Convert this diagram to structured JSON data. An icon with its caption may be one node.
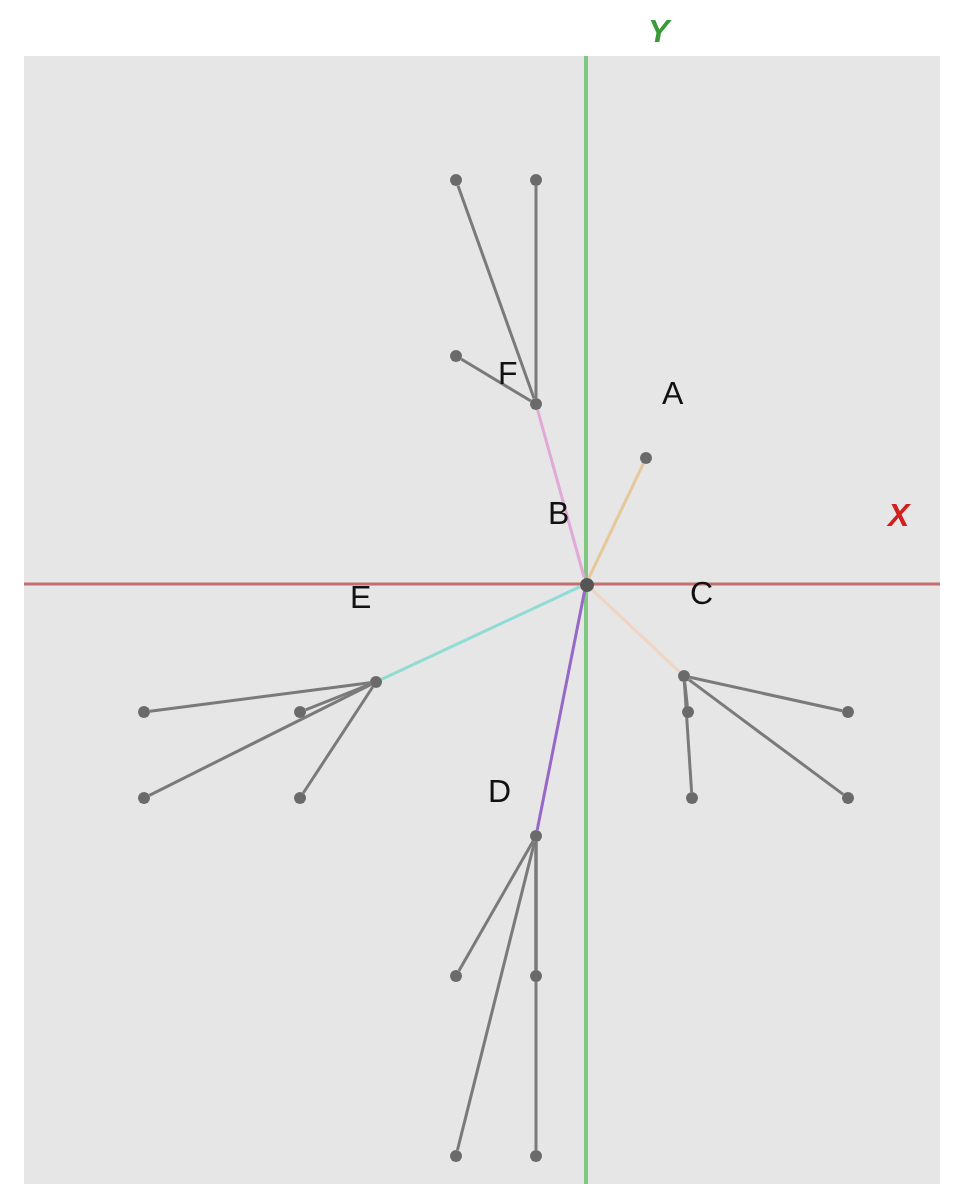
{
  "diagram": {
    "nodes": [
      {
        "text": [],
        "shape": "circle"
      },
      {
        "text": [],
        "shape": "circle"
      },
      {
        "text": [],
        "shape": "circle",
        "beside": [
          "F"
        ]
      },
      {
        "text": [],
        "shape": "circle"
      },
      {
        "text": [],
        "shape": "circle"
      },
      {
        "text": [],
        "shape": "circle"
      },
      {
        "text": [],
        "shape": "circle"
      },
      {
        "text": [],
        "shape": "circle"
      },
      {
        "text": [],
        "shape": "circle"
      },
      {
        "text": [],
        "shape": "circle"
      },
      {
        "text": [],
        "shape": "circle"
      },
      {
        "text": [],
        "shape": "circle"
      },
      {
        "text": [],
        "shape": "circle"
      },
      {
        "text": [],
        "shape": "circle"
      },
      {
        "text": [],
        "shape": "circle"
      },
      {
        "text": [],
        "shape": "circle"
      },
      {
        "text": [],
        "shape": "circle"
      },
      {
        "text": [],
        "shape": "circle"
      },
      {
        "text": [],
        "shape": "circle"
      },
      {
        "text": [],
        "shape": "circle"
      },
      {
        "text": [],
        "shape": "circle"
      }
    ],
    "edges": [
      {
        "from": 0,
        "to": 1,
        "arrow": "none",
        "label": "A",
        "color": "#e6c89a"
      },
      {
        "from": 0,
        "to": 2,
        "arrow": "none",
        "label": "B",
        "color": "#e2a8d8"
      },
      {
        "from": 2,
        "to": 3,
        "arrow": "none"
      },
      {
        "from": 2,
        "to": 4,
        "arrow": "none"
      },
      {
        "from": 2,
        "to": 5,
        "arrow": "none"
      },
      {
        "from": 0,
        "to": 6,
        "arrow": "none",
        "label": "E",
        "color": "#8edcd4"
      },
      {
        "from": 6,
        "to": 7,
        "arrow": "none"
      },
      {
        "from": 6,
        "to": 8,
        "arrow": "none"
      },
      {
        "from": 6,
        "to": 9,
        "arrow": "none"
      },
      {
        "from": 6,
        "to": 10,
        "arrow": "none"
      },
      {
        "from": 0,
        "to": 11,
        "arrow": "none",
        "label": "C",
        "color": "#f0d4c4"
      },
      {
        "from": 11,
        "to": 12,
        "arrow": "none"
      },
      {
        "from": 11,
        "to": 13,
        "arrow": "none"
      },
      {
        "from": 11,
        "to": 14,
        "arrow": "none"
      },
      {
        "from": 11,
        "to": 15,
        "arrow": "none"
      },
      {
        "from": 0,
        "to": 16,
        "arrow": "none",
        "label": "D",
        "color": "#9868c8"
      },
      {
        "from": 16,
        "to": 17,
        "arrow": "none"
      },
      {
        "from": 16,
        "to": 18,
        "arrow": "none"
      },
      {
        "from": 16,
        "to": 19,
        "arrow": "none"
      },
      {
        "from": 16,
        "to": 20,
        "arrow": "none"
      }
    ],
    "labels": [
      "Y",
      "X"
    ]
  }
}
